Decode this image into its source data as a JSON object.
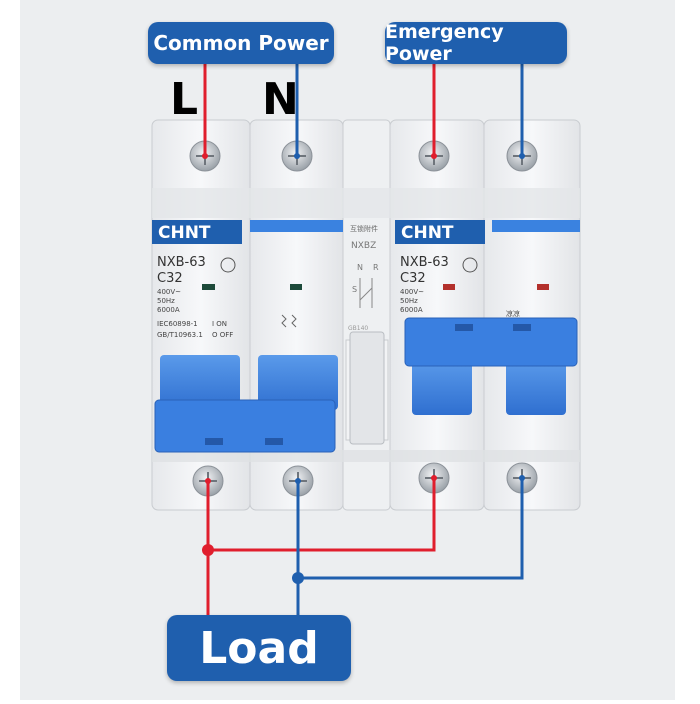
{
  "labels": {
    "common_power": "Common Power",
    "emergency_power": "Emergency Power",
    "load": "Load",
    "line": "L",
    "neutral": "N"
  },
  "breaker_left": {
    "brand": "CHNT",
    "model": "NXB-63",
    "rating": "C32",
    "voltage": "400V~",
    "frequency": "50Hz",
    "capacity": "6000A",
    "standard_1": "IEC60898-1",
    "standard_2": "GB/T10963.1",
    "on_label": "I ON",
    "off_label": "O OFF"
  },
  "interlock": {
    "chinese_label": "互锁附件",
    "model": "NXBZ",
    "n_mark": "N",
    "r_mark": "R",
    "s_mark": "S",
    "code": "GB140"
  },
  "breaker_right": {
    "brand": "CHNT",
    "model": "NXB-63",
    "rating": "C32",
    "voltage": "400V~",
    "frequency": "50Hz",
    "capacity": "6000A",
    "chinese_label": "凉凉"
  },
  "colors": {
    "label_blue": "#1f5fae",
    "wire_red": "#e01e2d",
    "wire_blue": "#1f5fae",
    "handle_blue": "#3a82e0",
    "indicator_green": "#1d4a3a",
    "indicator_red": "#b3302c"
  }
}
